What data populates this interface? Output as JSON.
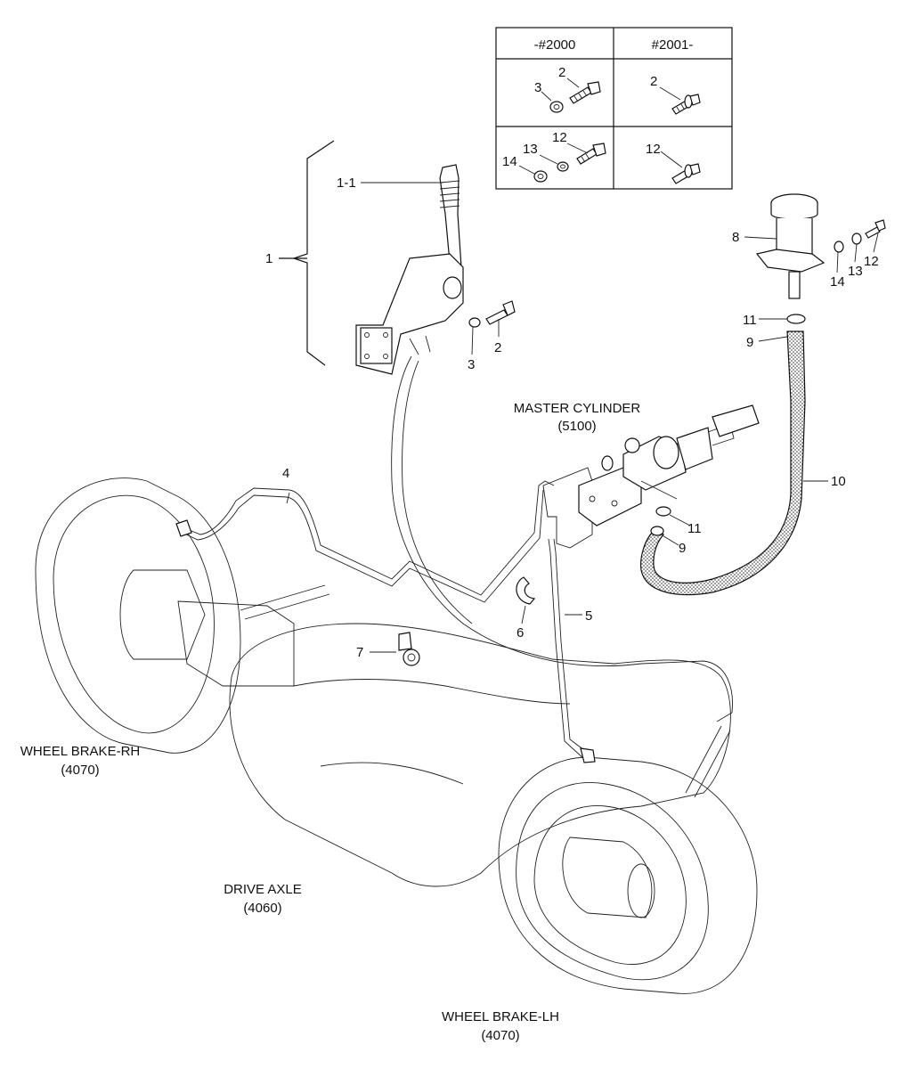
{
  "table": {
    "col_left": "-#2000",
    "col_right": "#2001-",
    "row1_left_labels": [
      "3",
      "2"
    ],
    "row1_right_labels": [
      "2"
    ],
    "row2_left_labels": [
      "12",
      "13",
      "14"
    ],
    "row2_right_labels": [
      "12"
    ]
  },
  "callouts": {
    "p1": "1",
    "p1_1": "1-1",
    "p2": "2",
    "p3": "3",
    "p4": "4",
    "p5": "5",
    "p6": "6",
    "p7": "7",
    "p8": "8",
    "p9_top": "9",
    "p9_bottom": "9",
    "p10": "10",
    "p11_top": "11",
    "p11_bottom": "11",
    "p12": "12",
    "p13": "13",
    "p14": "14"
  },
  "assemblies": {
    "master_cylinder": {
      "name": "MASTER CYLINDER",
      "code": "(5100)"
    },
    "wheel_brake_rh": {
      "name": "WHEEL BRAKE-RH",
      "code": "(4070)"
    },
    "drive_axle": {
      "name": "DRIVE AXLE",
      "code": "(4060)"
    },
    "wheel_brake_lh": {
      "name": "WHEEL BRAKE-LH",
      "code": "(4070)"
    }
  }
}
